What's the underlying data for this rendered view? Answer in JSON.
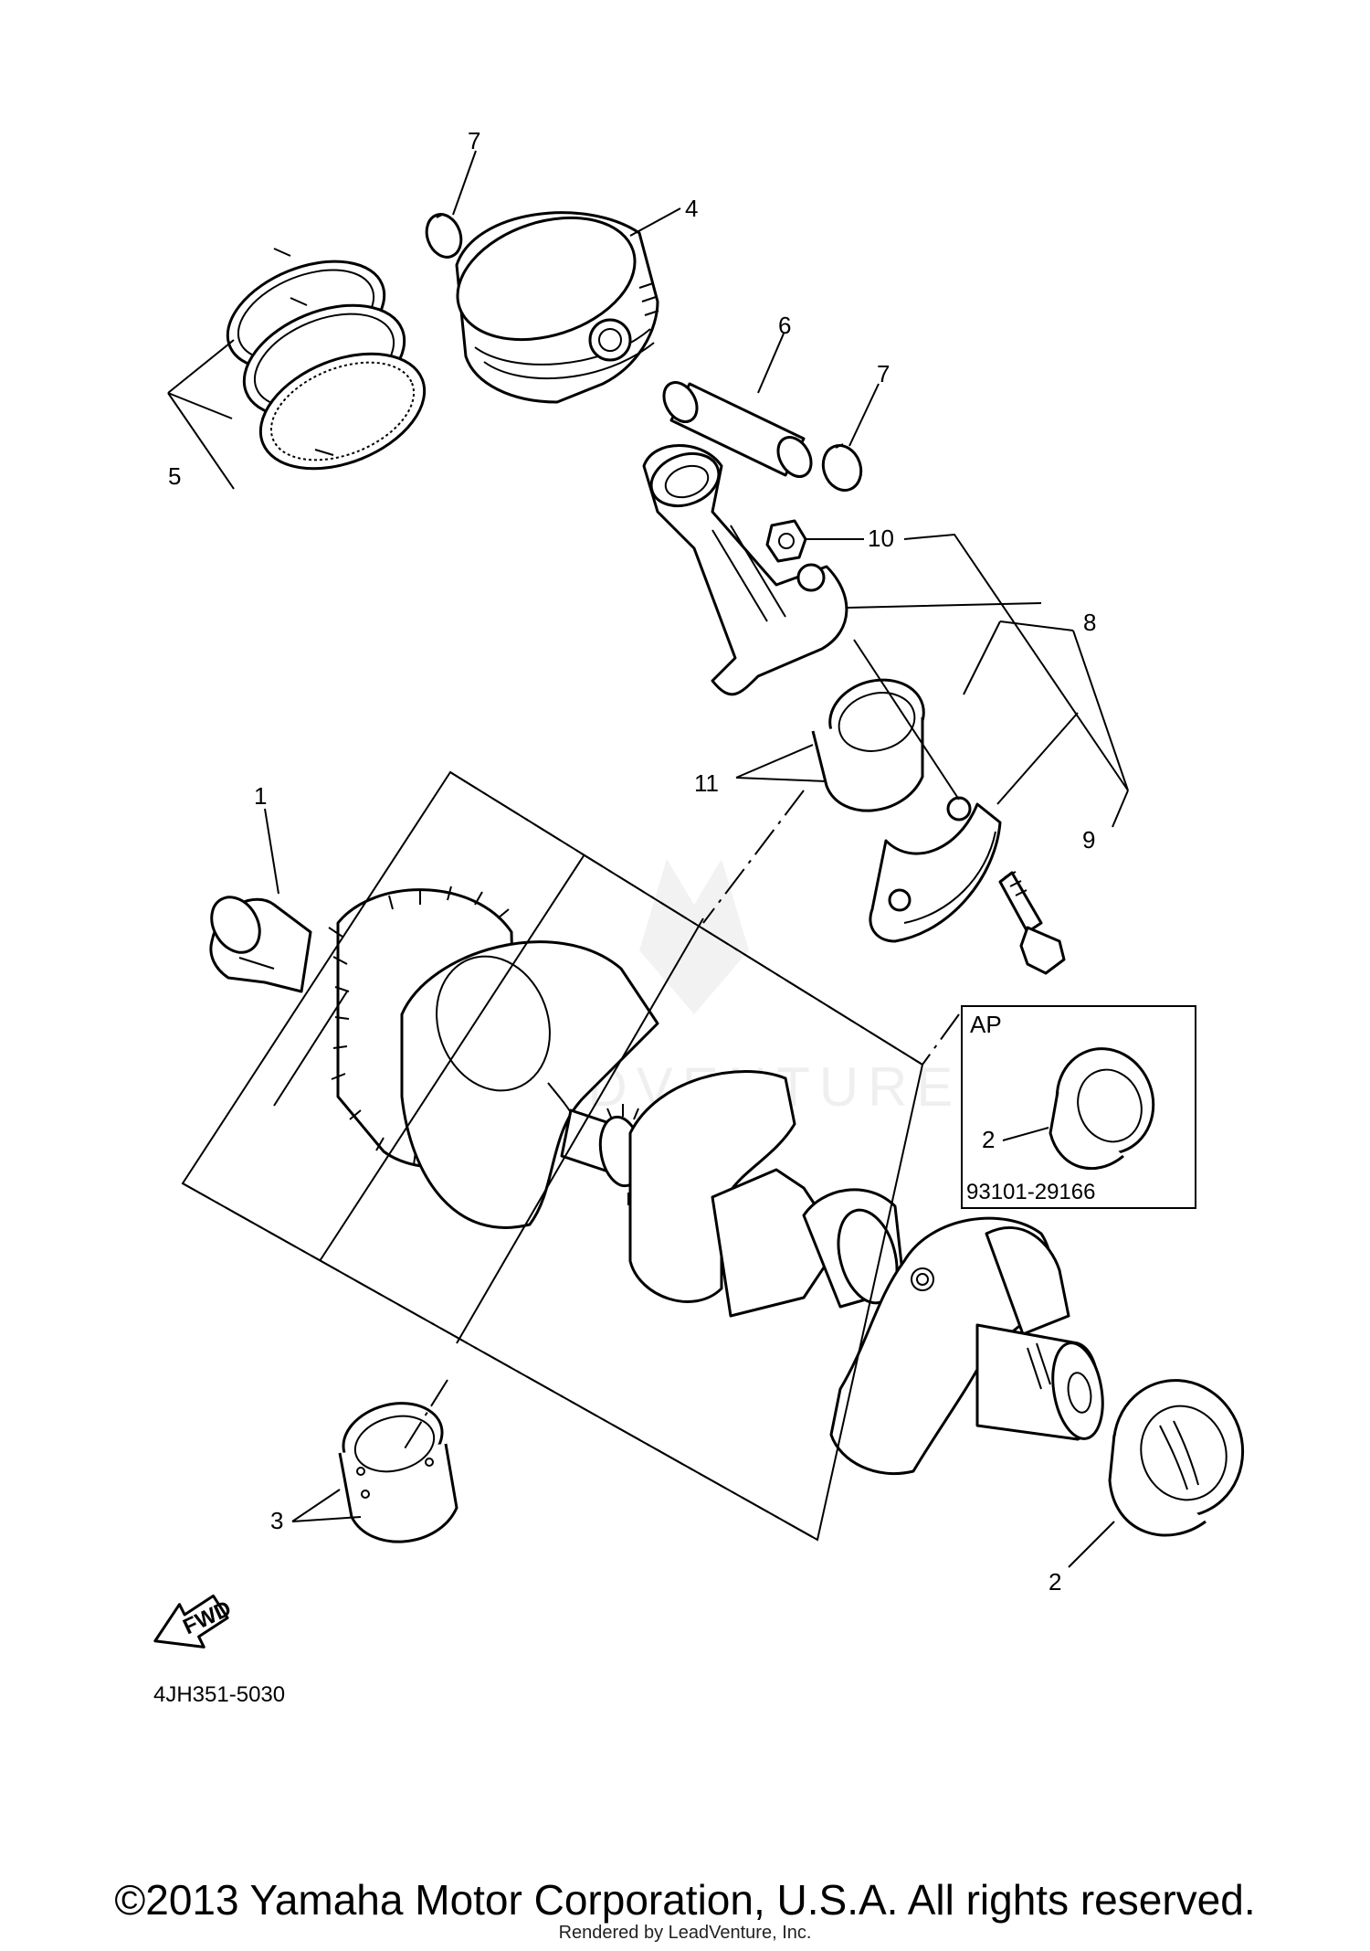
{
  "callouts": {
    "c1": "1",
    "c2_seal": "2",
    "c2_ap": "2",
    "c3": "3",
    "c4": "4",
    "c5": "5",
    "c6": "6",
    "c7_top": "7",
    "c7_right": "7",
    "c8": "8",
    "c9": "9",
    "c10": "10",
    "c11": "11"
  },
  "inset": {
    "title": "AP",
    "part_number": "93101-29166"
  },
  "direction_label": "FWD",
  "diagram_code": "4JH351-5030",
  "watermark": "LEADVENTURE",
  "footer": {
    "copyright": "©2013 Yamaha Motor Corporation, U.S.A. All rights reserved.",
    "rendered_by": "Rendered by LeadVenture, Inc."
  }
}
